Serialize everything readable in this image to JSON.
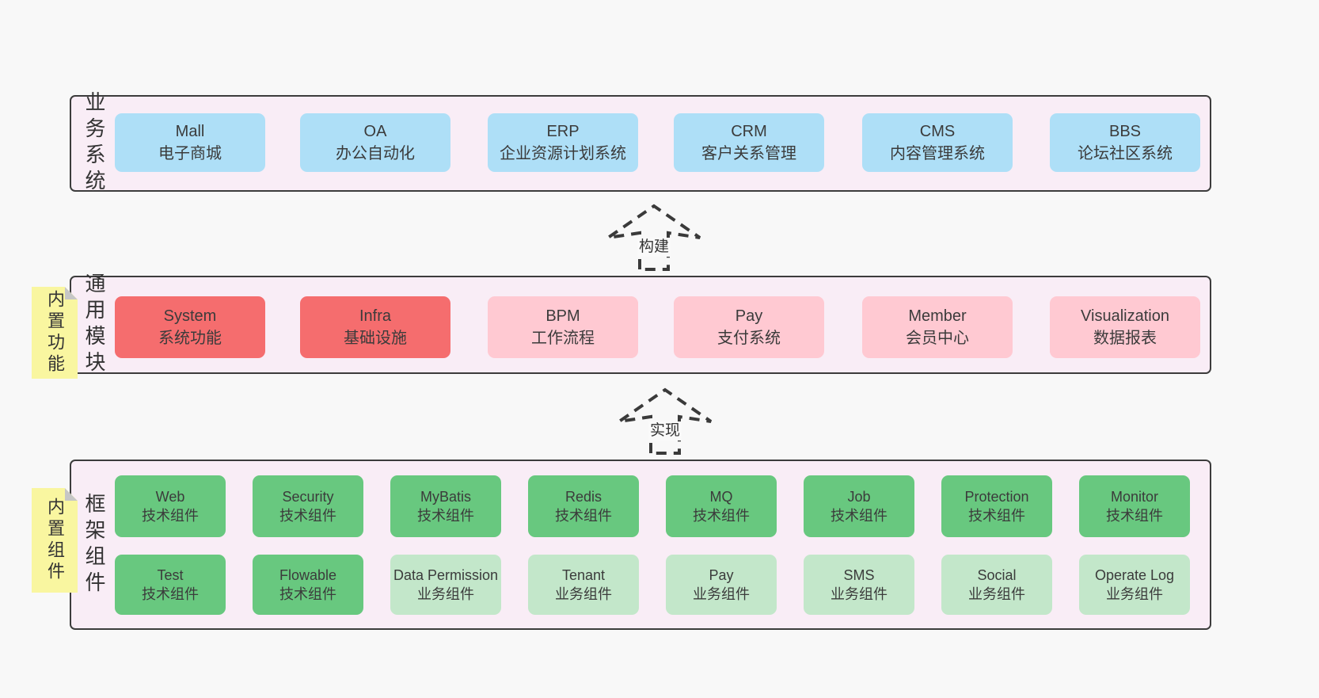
{
  "diagram": {
    "layers": [
      {
        "label": "业务系统",
        "boxes": [
          {
            "title": "Mall",
            "subtitle": "电子商城"
          },
          {
            "title": "OA",
            "subtitle": "办公自动化"
          },
          {
            "title": "ERP",
            "subtitle": "企业资源计划系统"
          },
          {
            "title": "CRM",
            "subtitle": "客户关系管理"
          },
          {
            "title": "CMS",
            "subtitle": "内容管理系统"
          },
          {
            "title": "BBS",
            "subtitle": "论坛社区系统"
          }
        ]
      },
      {
        "label": "通用模块",
        "sticky": "内置功能",
        "boxes": [
          {
            "title": "System",
            "subtitle": "系统功能"
          },
          {
            "title": "Infra",
            "subtitle": "基础设施"
          },
          {
            "title": "BPM",
            "subtitle": "工作流程"
          },
          {
            "title": "Pay",
            "subtitle": "支付系统"
          },
          {
            "title": "Member",
            "subtitle": "会员中心"
          },
          {
            "title": "Visualization",
            "subtitle": "数据报表"
          }
        ]
      },
      {
        "label": "框架组件",
        "sticky": "内置组件",
        "row1": [
          {
            "title": "Web",
            "subtitle": "技术组件"
          },
          {
            "title": "Security",
            "subtitle": "技术组件"
          },
          {
            "title": "MyBatis",
            "subtitle": "技术组件"
          },
          {
            "title": "Redis",
            "subtitle": "技术组件"
          },
          {
            "title": "MQ",
            "subtitle": "技术组件"
          },
          {
            "title": "Job",
            "subtitle": "技术组件"
          },
          {
            "title": "Protection",
            "subtitle": "技术组件"
          },
          {
            "title": "Monitor",
            "subtitle": "技术组件"
          }
        ],
        "row2": [
          {
            "title": "Test",
            "subtitle": "技术组件"
          },
          {
            "title": "Flowable",
            "subtitle": "技术组件"
          },
          {
            "title": "Data Permission",
            "subtitle": "业务组件"
          },
          {
            "title": "Tenant",
            "subtitle": "业务组件"
          },
          {
            "title": "Pay",
            "subtitle": "业务组件"
          },
          {
            "title": "SMS",
            "subtitle": "业务组件"
          },
          {
            "title": "Social",
            "subtitle": "业务组件"
          },
          {
            "title": "Operate Log",
            "subtitle": "业务组件"
          }
        ]
      }
    ],
    "arrows": [
      {
        "label": "构建"
      },
      {
        "label": "实现"
      }
    ],
    "colors": {
      "page_bg": "#f8f8f8",
      "layer_bg": "#f9edf6",
      "layer_border": "#3c3c3c",
      "blue_box": "#aedff7",
      "red_box": "#f56d6e",
      "pink_box": "#ffc9d2",
      "green_box": "#68c87f",
      "light_green_box": "#c3e7ca",
      "sticky_bg": "#f9f6a0",
      "fold_gray": "#c6c6c6"
    }
  }
}
